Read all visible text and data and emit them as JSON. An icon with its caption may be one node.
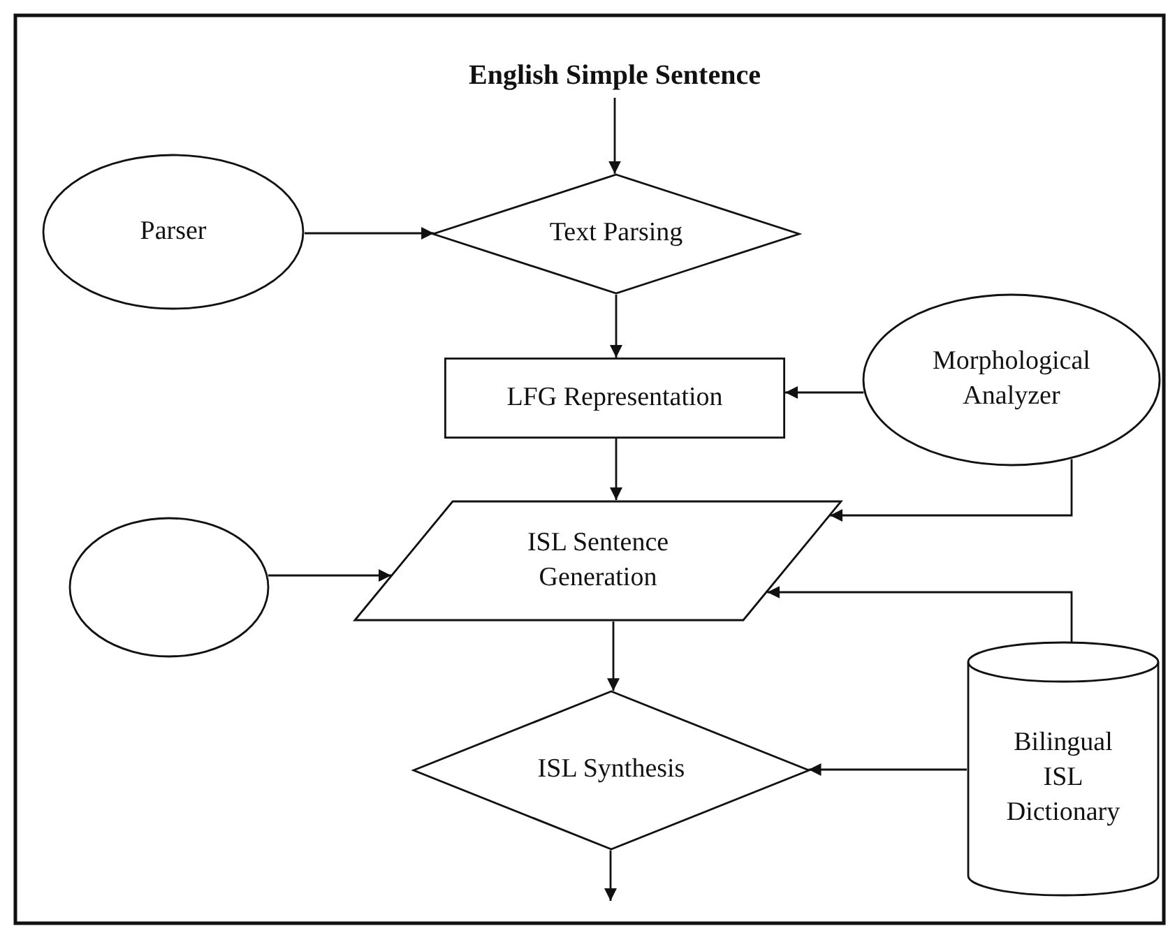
{
  "diagram": {
    "nodes": [
      {
        "text": [
          "English Simple Sentence"
        ]
      },
      {
        "text": [
          "Parser"
        ]
      },
      {
        "text": [
          "Text Parsing"
        ]
      },
      {
        "text": [
          "LFG Representation"
        ]
      },
      {
        "text": [
          "Morphological Analyzer"
        ]
      },
      {
        "text": [],
        "shape": "ellipse"
      },
      {
        "text": [
          "ISL Sentence Generation"
        ]
      },
      {
        "text": [
          "ISL Synthesis"
        ]
      },
      {
        "text": [
          "Bilingual ISL Dictionary"
        ]
      }
    ],
    "edges": [
      {
        "from": 0,
        "to": 2,
        "arrow": "to"
      },
      {
        "from": 1,
        "to": 2,
        "arrow": "to"
      },
      {
        "from": 2,
        "to": 3,
        "arrow": "to"
      },
      {
        "from": 4,
        "to": 3,
        "arrow": "to"
      },
      {
        "from": 3,
        "to": 6,
        "arrow": "to"
      },
      {
        "from": 4,
        "to": 6,
        "arrow": "to"
      },
      {
        "from": 5,
        "to": 6,
        "arrow": "to"
      },
      {
        "from": 6,
        "to": 7,
        "arrow": "to"
      },
      {
        "from": 8,
        "to": 6,
        "arrow": "to"
      },
      {
        "from": 8,
        "to": 7,
        "arrow": "to"
      },
      {
        "from": 7,
        "to": null,
        "arrow": "to"
      }
    ]
  }
}
